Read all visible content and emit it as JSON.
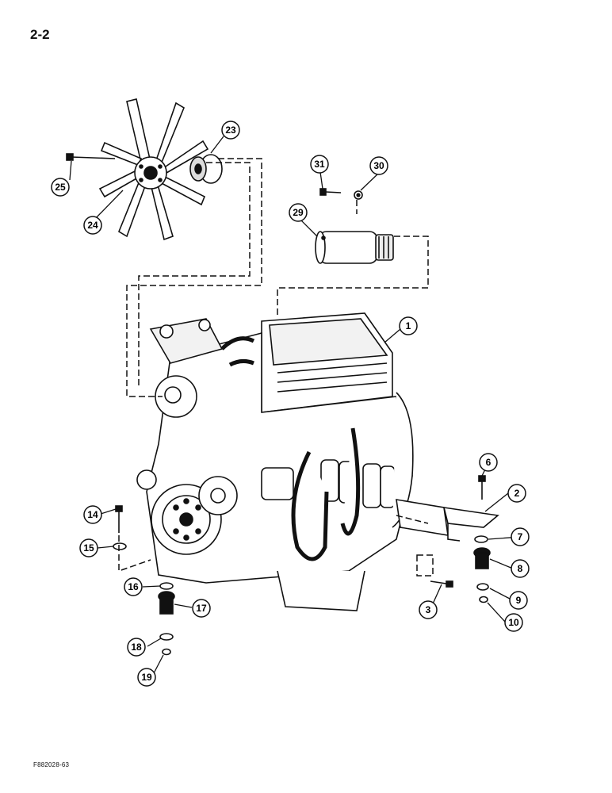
{
  "page_number": "2-2",
  "figure_code": "F882028-63",
  "callouts": [
    "1",
    "2",
    "3",
    "6",
    "7",
    "8",
    "9",
    "10",
    "14",
    "15",
    "16",
    "17",
    "18",
    "19",
    "23",
    "24",
    "25",
    "29",
    "30",
    "31"
  ]
}
